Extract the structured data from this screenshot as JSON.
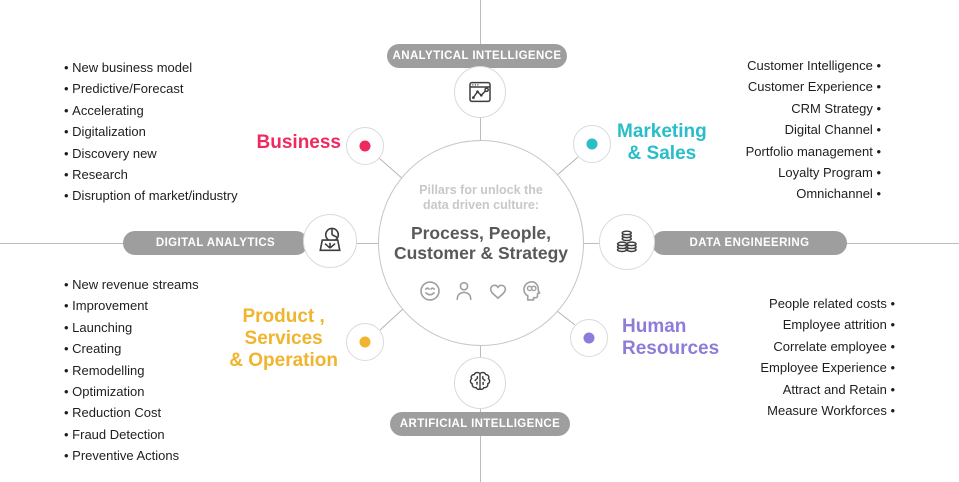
{
  "colors": {
    "pill_bg": "#9e9e9e",
    "business_accent": "#ee2a5e",
    "marketing_accent": "#28bdc8",
    "product_accent": "#f0b42f",
    "hr_accent": "#8e7cd8",
    "center_title_color": "#59595b",
    "center_subtitle_color": "#c8c8c8"
  },
  "pills": {
    "top": "ANALYTICAL INTELLIGENCE",
    "left": "DIGITAL ANALYTICS",
    "right": "DATA ENGINEERING",
    "bottom": "ARTIFICIAL INTELLIGENCE"
  },
  "center": {
    "subtitle_line1": "Pillars for unlock the",
    "subtitle_line2": "data driven culture:",
    "title_line1": "Process, People,",
    "title_line2": "Customer & Strategy",
    "icons": [
      "smiley-icon",
      "person-icon",
      "heart-icon",
      "mind-icon"
    ]
  },
  "quadrants": {
    "business": {
      "label": "Business",
      "items": [
        "New business model",
        "Predictive/Forecast",
        "Accelerating",
        "Digitalization",
        "Discovery new",
        "Research",
        "Disruption of market/industry"
      ]
    },
    "marketing": {
      "label_line1": "Marketing",
      "label_line2": "& Sales",
      "items": [
        "Customer Intelligence",
        "Customer Experience",
        "CRM Strategy",
        "Digital Channel",
        "Portfolio management",
        "Loyalty Program",
        "Omnichannel"
      ]
    },
    "product": {
      "label_line1": "Product ,",
      "label_line2": "Services",
      "label_line3": "& Operation",
      "items": [
        "New revenue streams",
        "Improvement",
        "Launching",
        "Creating",
        "Remodelling",
        "Optimization",
        "Reduction Cost",
        "Fraud Detection",
        "Preventive Actions"
      ]
    },
    "hr": {
      "label_line1": "Human",
      "label_line2": "Resources",
      "items": [
        "People related costs",
        "Employee attrition",
        "Correlate employee",
        "Employee Experience",
        "Attract and Retain",
        "Measure Workforces"
      ]
    }
  }
}
